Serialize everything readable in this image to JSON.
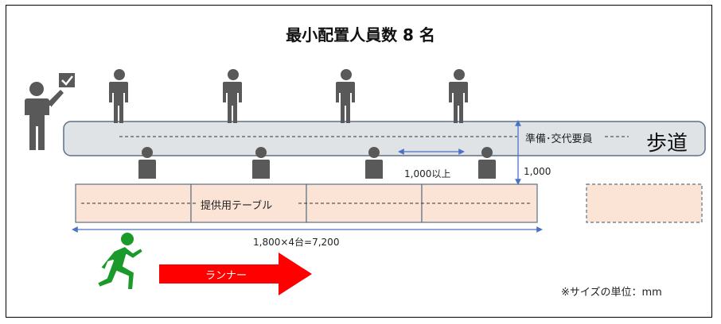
{
  "title": "最小配置人員数 8 名",
  "sidewalk_label": "歩道",
  "staff_label": "準備･交代要員",
  "table_label": "提供用テーブル",
  "gap_label": "1,000以上",
  "depth_label": "1,000",
  "length_label": "1,800×4台=7,200",
  "runner_label": "ランナー",
  "unit_note": "※サイズの単位：mm",
  "colors": {
    "sidewalk": "#dfe3e6",
    "table": "#fbe4d5",
    "runner_arrow": "#ff0000",
    "runner_figure": "#1a9a2a",
    "person": "#595959",
    "dim_line": "#4a72c4"
  },
  "icons": [
    "person-icon",
    "supervisor-icon",
    "checkbox-icon",
    "runner-icon"
  ]
}
